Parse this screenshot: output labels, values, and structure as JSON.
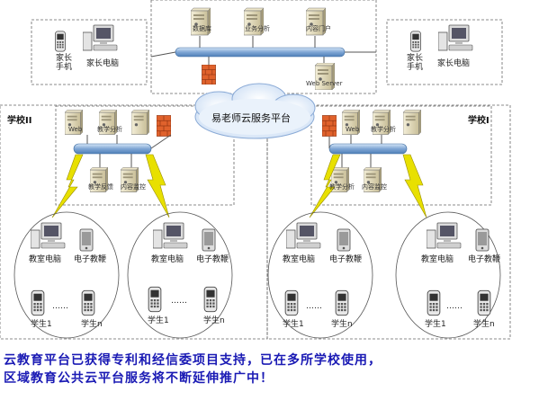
{
  "cloud": {
    "label": "易老师云服务平台"
  },
  "central": {
    "server1": "数据库",
    "server2": "业务分析",
    "server3": "内容门户",
    "web_server": "Web Server"
  },
  "parent_left": {
    "phone": "家长\n手机",
    "pc": "家长电脑"
  },
  "parent_right": {
    "phone": "家长\n手机",
    "pc": "家长电脑"
  },
  "school_left": {
    "name": "学校II",
    "srv_web": "Web",
    "srv_analysis": "教学分析",
    "srv_feedback": "教学反馈",
    "srv_monitor": "内容监控"
  },
  "school_right": {
    "name": "学校I",
    "srv_web": "Web",
    "srv_analysis": "教学分析",
    "srv_feedback": "教学分析",
    "srv_monitor": "内容监控"
  },
  "classroom": {
    "pc": "教室电脑",
    "tablet": "电子教鞭",
    "dots": "……",
    "student1": "学生1",
    "studentn": "学生n"
  },
  "caption": {
    "line1": "云教育平台已获得专利和经信委项目支持，已在多所学校使用，",
    "line2": "区域教育公共云平台服务将不断延伸推广中！"
  },
  "colors": {
    "caption": "#1a1ab4",
    "bus": "#8fb3dc",
    "lightning": "#e8e000",
    "firewall": "#e0622c"
  }
}
